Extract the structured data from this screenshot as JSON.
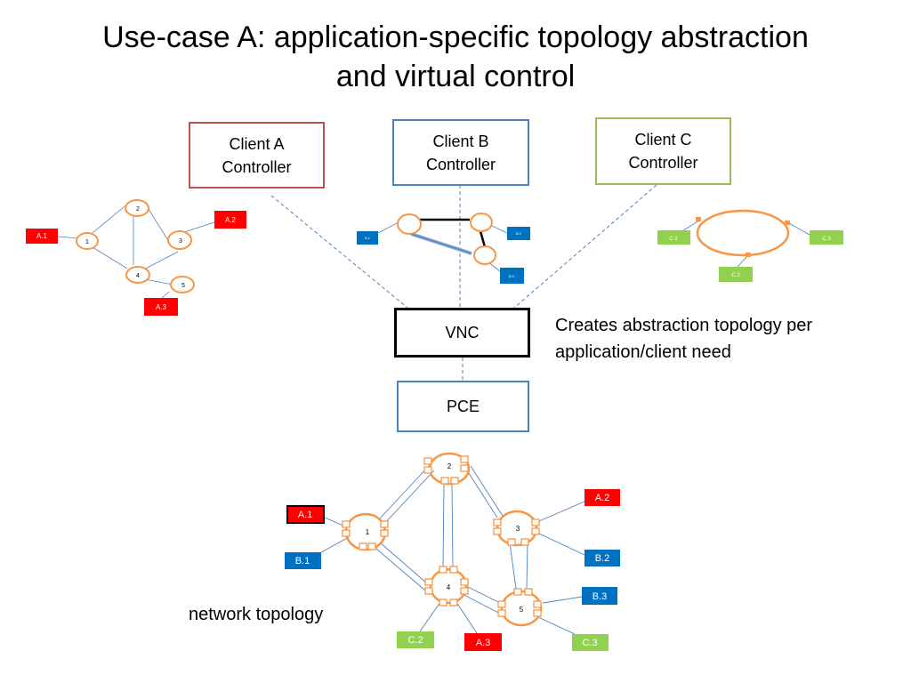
{
  "title": {
    "line1": "Use-case A: application-specific topology abstraction",
    "line2": "and virtual control"
  },
  "controllers": {
    "a": {
      "line1": "Client A",
      "line2": "Controller",
      "color": "#c0504d"
    },
    "b": {
      "line1": "Client B",
      "line2": "Controller",
      "color": "#4f81bd"
    },
    "c": {
      "line1": "Client C",
      "line2": "Controller",
      "color": "#9bbb59"
    }
  },
  "vnc": {
    "label": "VNC"
  },
  "pce": {
    "label": "PCE"
  },
  "captions": {
    "vnc_note_line1": "Creates abstraction topology per",
    "vnc_note_line2": "application/client need",
    "network": "network topology"
  },
  "colors": {
    "red": "#ff0000",
    "blue": "#0070c0",
    "green": "#92d050",
    "orange": "#f79646",
    "link": "#4f81bd"
  },
  "network": {
    "nodes": {
      "n1": "1",
      "n2": "2",
      "n3": "3",
      "n4": "4",
      "n5": "5"
    },
    "clients": {
      "a1": "A.1",
      "a2": "A.2",
      "a3": "A.3",
      "b1": "B.1",
      "b2": "B.2",
      "b3": "B.3",
      "c2": "C.2",
      "c3": "C.3"
    }
  },
  "client_a_view": {
    "nodes": {
      "n1": "1",
      "n2": "2",
      "n3": "3",
      "n4": "4",
      "n5": "5"
    },
    "clients": {
      "a1": "A.1",
      "a2": "A.2",
      "a3": "A.3"
    }
  },
  "client_b_view": {
    "clients": {
      "b1": "B.1",
      "b2": "B.2",
      "b3": "B.3"
    }
  },
  "client_c_view": {
    "clients": {
      "c1": "C.1",
      "c2": "C.2",
      "c3": "C.3"
    }
  }
}
